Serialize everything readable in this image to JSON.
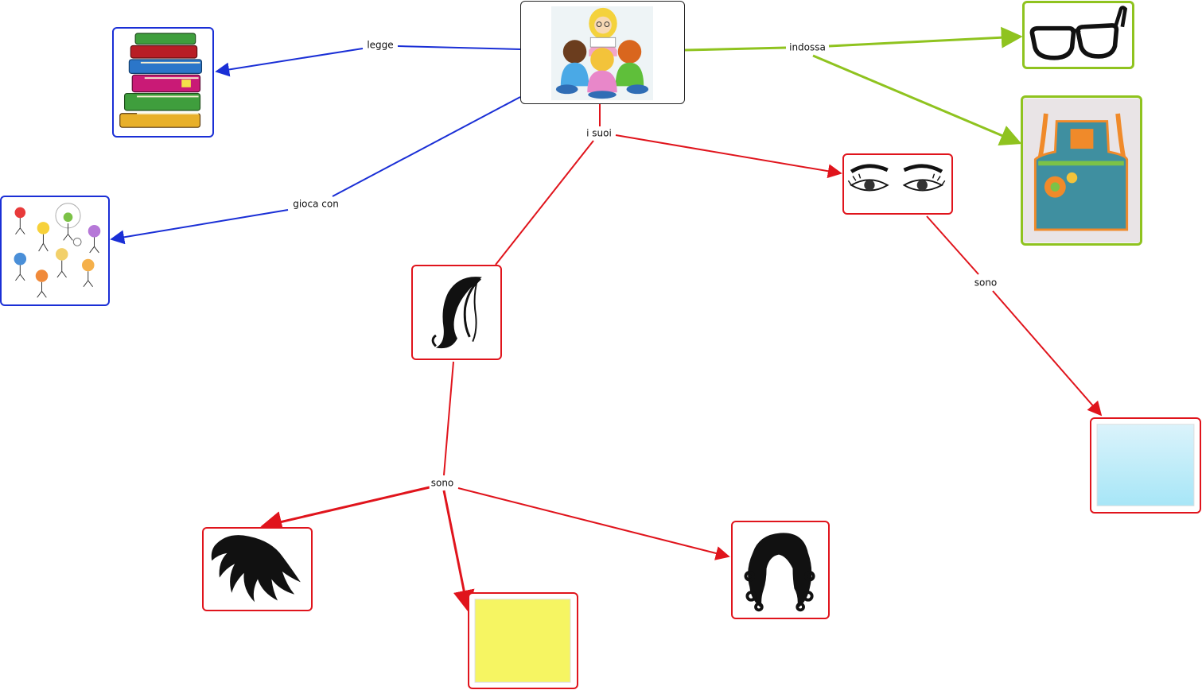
{
  "links": {
    "legge": "legge",
    "gioca_con": "gioca con",
    "i_suoi": "i suoi",
    "indossa": "indossa",
    "sono_eyes": "sono",
    "sono_hair": "sono"
  },
  "colors": {
    "blue": "#1a2fd6",
    "red": "#e0141c",
    "green": "#8fc31f"
  },
  "nodes": {
    "teacher": "teacher-reading-to-children-picture",
    "books": "book-stack-picture",
    "kids": "children-playing-picture",
    "glasses": "eyeglasses-picture",
    "apron": "apron-picture",
    "eyes": "eyes-picture",
    "hair": "hair-picture",
    "long_hair": "long-wavy-hair-picture",
    "curly_hair": "curly-hair-picture",
    "blond_color": "yellow-color-swatch",
    "blue_color": "light-blue-color-swatch"
  }
}
